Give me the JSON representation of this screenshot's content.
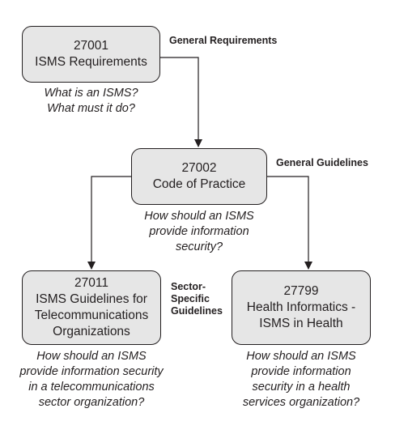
{
  "nodes": {
    "iso27001": {
      "number": "27001",
      "title": "ISMS Requirements",
      "question": [
        "What is an ISMS?",
        "What must it do?"
      ]
    },
    "iso27002": {
      "number": "27002",
      "title": "Code of Practice",
      "question": [
        "How should an ISMS",
        "provide information",
        "security?"
      ]
    },
    "iso27011": {
      "number": "27011",
      "title": [
        "ISMS Guidelines for",
        "Telecommunications",
        "Organizations"
      ],
      "question": [
        "How should an ISMS",
        "provide information security",
        "in a telecommunications",
        "sector organization?"
      ]
    },
    "iso27799": {
      "number": "27799",
      "title": [
        "Health Informatics -",
        "ISMS in Health"
      ],
      "question": [
        "How should an ISMS",
        "provide information",
        "security in a health",
        "services organization?"
      ]
    }
  },
  "categories": {
    "general_requirements": "General Requirements",
    "general_guidelines": "General Guidelines",
    "sector_specific": [
      "Sector-",
      "Specific",
      "Guidelines"
    ]
  }
}
